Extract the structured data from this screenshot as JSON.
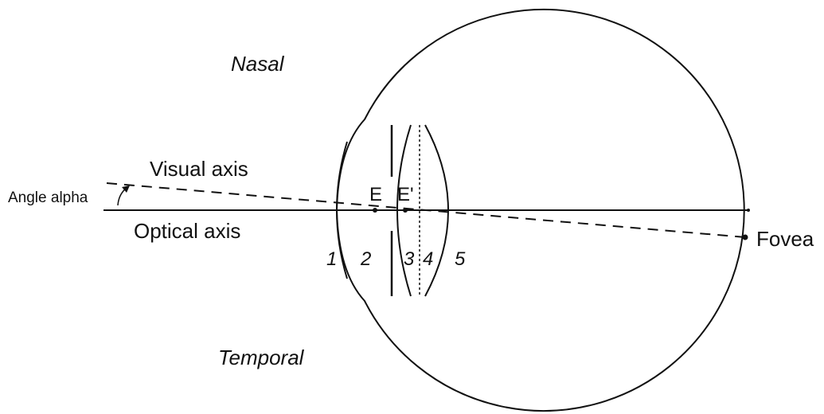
{
  "labels": {
    "nasal": "Nasal",
    "temporal": "Temporal",
    "visual_axis": "Visual axis",
    "optical_axis": "Optical axis",
    "angle_alpha": "Angle alpha",
    "fovea": "Fovea",
    "point_e": "E",
    "point_e_prime": "E'",
    "surface_1": "1",
    "surface_2": "2",
    "surface_3": "3",
    "surface_4": "4",
    "surface_5": "5"
  },
  "colors": {
    "ink": "#111111",
    "background": "#ffffff"
  }
}
